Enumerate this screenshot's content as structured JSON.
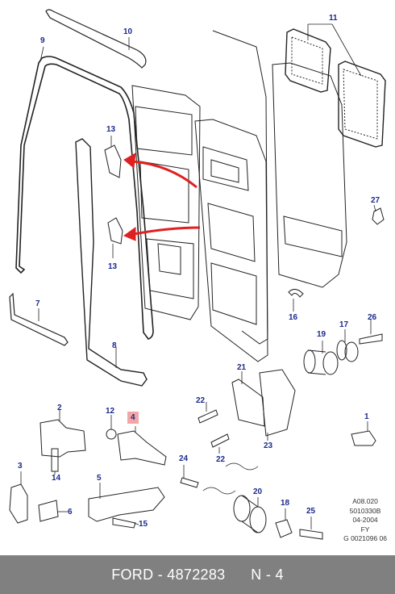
{
  "callouts": [
    {
      "id": "11",
      "label": "11"
    },
    {
      "id": "10",
      "label": "10"
    },
    {
      "id": "9",
      "label": "9"
    },
    {
      "id": "13a",
      "label": "13"
    },
    {
      "id": "13b",
      "label": "13"
    },
    {
      "id": "27",
      "label": "27"
    },
    {
      "id": "7",
      "label": "7"
    },
    {
      "id": "16",
      "label": "16"
    },
    {
      "id": "19",
      "label": "19"
    },
    {
      "id": "17",
      "label": "17"
    },
    {
      "id": "26",
      "label": "26"
    },
    {
      "id": "8",
      "label": "8"
    },
    {
      "id": "21",
      "label": "21"
    },
    {
      "id": "2",
      "label": "2"
    },
    {
      "id": "12",
      "label": "12"
    },
    {
      "id": "4",
      "label": "4"
    },
    {
      "id": "22a",
      "label": "22"
    },
    {
      "id": "1",
      "label": "1"
    },
    {
      "id": "23",
      "label": "23"
    },
    {
      "id": "14",
      "label": "14"
    },
    {
      "id": "22b",
      "label": "22"
    },
    {
      "id": "3",
      "label": "3"
    },
    {
      "id": "24",
      "label": "24"
    },
    {
      "id": "5",
      "label": "5"
    },
    {
      "id": "6",
      "label": "6"
    },
    {
      "id": "15",
      "label": "15"
    },
    {
      "id": "20",
      "label": "20"
    },
    {
      "id": "18",
      "label": "18"
    },
    {
      "id": "25",
      "label": "25"
    }
  ],
  "reference": {
    "line1": "A08.020",
    "line2": "5010330B",
    "line3": "04-2004",
    "line4": "FY",
    "line5": "G 0021096 06"
  },
  "footer": {
    "brand": "FORD",
    "part_number": "4872283",
    "position": "N - 4"
  },
  "colors": {
    "highlight": "#f4a6a6",
    "arrow": "#e02020",
    "callout": "#1a2a8c",
    "footer_bg": "#808080"
  }
}
